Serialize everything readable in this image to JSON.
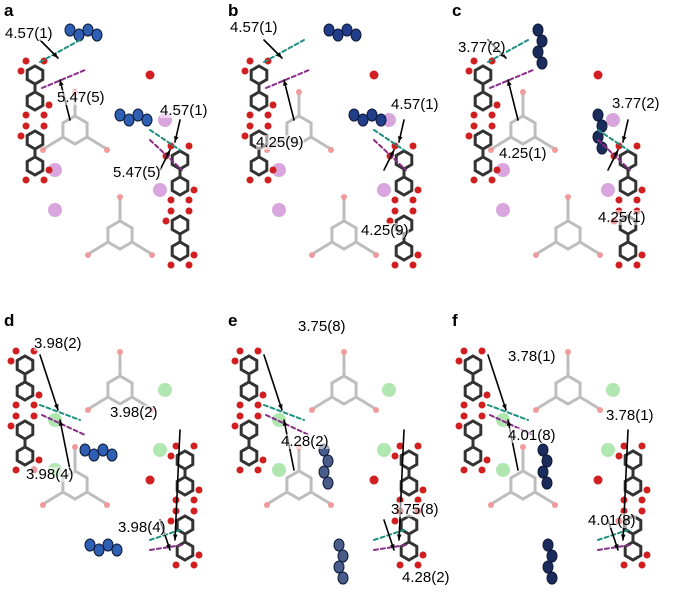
{
  "panels": [
    {
      "letter": "a",
      "labels": [
        "4.57(1)",
        "5.47(5)",
        "4.57(1)",
        "5.47(5)"
      ],
      "node_color": "#c77fd0",
      "guest_color": "#2f5fb3"
    },
    {
      "letter": "b",
      "labels": [
        "4.57(1)",
        "4.25(9)",
        "4.57(1)",
        "4.25(9)"
      ],
      "node_color": "#c77fd0",
      "guest_color": "#223d8a"
    },
    {
      "letter": "c",
      "labels": [
        "3.77(2)",
        "4.25(1)",
        "3.77(2)",
        "4.25(1)"
      ],
      "node_color": "#c77fd0",
      "guest_color": "#1b2c5c"
    },
    {
      "letter": "d",
      "labels": [
        "3.98(2)",
        "3.98(4)",
        "3.98(2)",
        "3.98(4)"
      ],
      "node_color": "#8fdc8f",
      "guest_color": "#2f5fb3"
    },
    {
      "letter": "e",
      "labels": [
        "3.75(8)",
        "4.28(2)",
        "3.75(8)",
        "4.28(2)"
      ],
      "node_color": "#8fdc8f",
      "guest_color": "#4a5d8a"
    },
    {
      "letter": "f",
      "labels": [
        "3.78(1)",
        "4.01(8)",
        "3.78(1)",
        "4.01(8)"
      ],
      "node_color": "#8fdc8f",
      "guest_color": "#1b2c5c"
    }
  ],
  "colors": {
    "oxygen": "#d11f1f",
    "framework": "#bdbdbd",
    "linker": "#333333",
    "contact_teal": "#1f8f80",
    "contact_purple": "#8a2b8a"
  }
}
